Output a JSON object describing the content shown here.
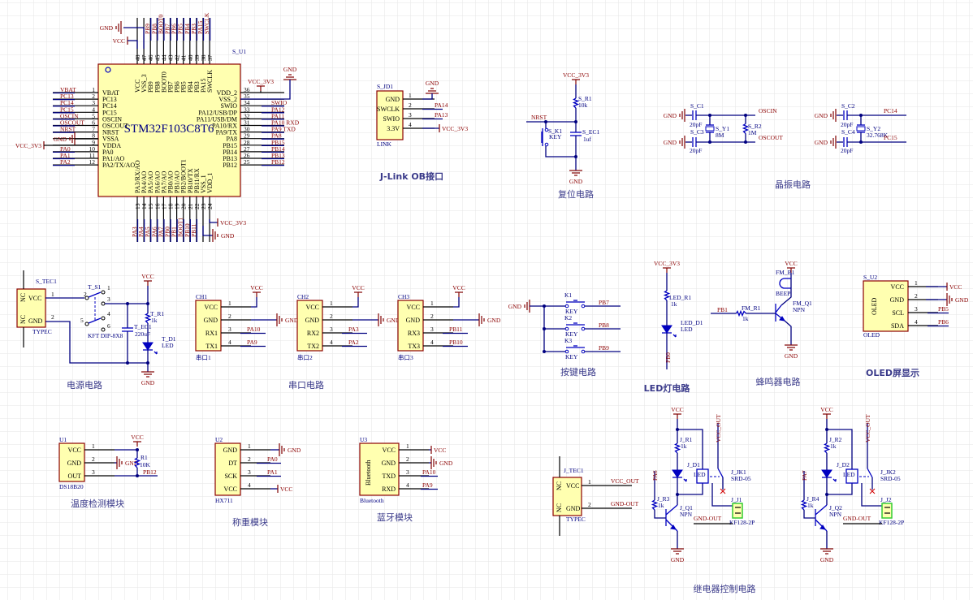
{
  "theme": {
    "background": "#ffffff",
    "grid_color": "#e6e6e6",
    "wire_color": "#000080",
    "pin_color": "#000000",
    "net_label_color": "#8b0000",
    "component_fill": "#ffffb0",
    "component_border": "#8b0000",
    "designator_color": "#000080"
  },
  "mcu": {
    "designator": "S_U1",
    "part": "STM32F103C8T6",
    "left_pins": [
      {
        "num": "1",
        "name": "VBAT",
        "net": "VBAT"
      },
      {
        "num": "2",
        "name": "PC13",
        "net": "PC13"
      },
      {
        "num": "3",
        "name": "PC14",
        "net": "PC14"
      },
      {
        "num": "4",
        "name": "PC15",
        "net": "PC15"
      },
      {
        "num": "5",
        "name": "OSCIN",
        "net": "OSCIN"
      },
      {
        "num": "6",
        "name": "OSCOUT",
        "net": "OSCOUT"
      },
      {
        "num": "7",
        "name": "NRST",
        "net": "NRST"
      },
      {
        "num": "8",
        "name": "VSSA",
        "net": ""
      },
      {
        "num": "9",
        "name": "VDDA",
        "net": ""
      },
      {
        "num": "10",
        "name": "PA0",
        "net": "PA0"
      },
      {
        "num": "11",
        "name": "PA1/AO",
        "net": "PA1"
      },
      {
        "num": "12",
        "name": "PA2/TX/AO",
        "net": "PA2"
      }
    ],
    "right_pins": [
      {
        "num": "36",
        "name": "VDD_2",
        "net": ""
      },
      {
        "num": "35",
        "name": "VSS_2",
        "net": ""
      },
      {
        "num": "34",
        "name": "SWIO",
        "net": "SWIO"
      },
      {
        "num": "33",
        "name": "PA12/USB/DP",
        "net": "PA12"
      },
      {
        "num": "32",
        "name": "PA11/USB/DM",
        "net": "PA11"
      },
      {
        "num": "31",
        "name": "PA10/RX",
        "net": "PA10 RXD"
      },
      {
        "num": "30",
        "name": "PA9/TX",
        "net": "PA9  TXD"
      },
      {
        "num": "29",
        "name": "PA8",
        "net": "PA8"
      },
      {
        "num": "28",
        "name": "PB15",
        "net": "PB15"
      },
      {
        "num": "27",
        "name": "PB14",
        "net": "PB14"
      },
      {
        "num": "26",
        "name": "PB13",
        "net": "PB13"
      },
      {
        "num": "25",
        "name": "PB12",
        "net": "PB12"
      }
    ],
    "top_pins": [
      {
        "num": "48",
        "name": "VCC",
        "net": ""
      },
      {
        "num": "47",
        "name": "VSS_3",
        "net": ""
      },
      {
        "num": "46",
        "name": "PB9",
        "net": "PB9"
      },
      {
        "num": "45",
        "name": "PB8",
        "net": "PB8"
      },
      {
        "num": "44",
        "name": "BOOT0",
        "net": "BOOT0"
      },
      {
        "num": "43",
        "name": "PB7",
        "net": "PB7"
      },
      {
        "num": "42",
        "name": "PB6",
        "net": "PB6"
      },
      {
        "num": "41",
        "name": "PB5",
        "net": "PB5"
      },
      {
        "num": "40",
        "name": "PB4",
        "net": "PB4"
      },
      {
        "num": "39",
        "name": "PB3",
        "net": "PB3"
      },
      {
        "num": "38",
        "name": "PA15",
        "net": "PA15"
      },
      {
        "num": "37",
        "name": "SWCLK",
        "net": "SWCLK"
      }
    ],
    "bottom_pins": [
      {
        "num": "13",
        "name": "PA3/RX/AO",
        "net": "PA3"
      },
      {
        "num": "14",
        "name": "PA4/AO",
        "net": "PA4"
      },
      {
        "num": "15",
        "name": "PA5/AO",
        "net": "PA5"
      },
      {
        "num": "16",
        "name": "PA6/AO",
        "net": "PA6"
      },
      {
        "num": "17",
        "name": "PA7/AO",
        "net": "PA7"
      },
      {
        "num": "18",
        "name": "PB0/AO",
        "net": "PB0"
      },
      {
        "num": "19",
        "name": "PB1/AO",
        "net": "PB1"
      },
      {
        "num": "20",
        "name": "PB2/BOOT1",
        "net": "BOOT1"
      },
      {
        "num": "21",
        "name": "PB10/TX",
        "net": "PB10"
      },
      {
        "num": "22",
        "name": "PB11/RX",
        "net": "PB11"
      },
      {
        "num": "23",
        "name": "VSS_1",
        "net": ""
      },
      {
        "num": "24",
        "name": "VDD_1",
        "net": ""
      }
    ],
    "power": {
      "gnd": "GND",
      "vcc": "VCC",
      "vcc33": "VCC_3V3"
    }
  },
  "jlink": {
    "designator": "S_JD1",
    "footprint": "LINK",
    "title": "J-Link OB接口",
    "pins": [
      {
        "num": "1",
        "name": "GND",
        "net": "GND"
      },
      {
        "num": "2",
        "name": "SWCLK",
        "net": "PA14"
      },
      {
        "num": "3",
        "name": "SWIO",
        "net": "PA13"
      },
      {
        "num": "4",
        "name": "3.3V",
        "net": "VCC_3V3"
      }
    ]
  },
  "reset": {
    "title": "复位电路",
    "power": "VCC_3V3",
    "gnd": "GND",
    "net": "NRST",
    "resistor": {
      "ref": "S_R1",
      "value": "10k"
    },
    "key": {
      "ref": "S_K1",
      "value": "KEY"
    },
    "cap": {
      "ref": "S_EC1",
      "value": "1uf"
    }
  },
  "crystal": {
    "title": "晶振电路",
    "hse": {
      "c_top": {
        "ref": "S_C1",
        "value": "20pF"
      },
      "c_bot": {
        "ref": "S_C3",
        "value": "20pF"
      },
      "xtal": {
        "ref": "S_Y1",
        "value": "8M"
      },
      "res": {
        "ref": "S_R2",
        "value": "1M"
      },
      "net_top": "OSCIN",
      "net_bot": "OSCOUT"
    },
    "lse": {
      "c_top": {
        "ref": "S_C2",
        "value": "20pF"
      },
      "c_bot": {
        "ref": "S_C4",
        "value": "20pF"
      },
      "xtal": {
        "ref": "S_Y2",
        "value": "32.768K"
      },
      "net_top": "PC14",
      "net_bot": "PC15"
    },
    "gnd": "GND"
  },
  "power_circuit": {
    "title": "电源电路",
    "connector": {
      "ref": "S_TEC1",
      "footprint": "TYPEC",
      "pins": [
        {
          "num": "1",
          "name": "VCC"
        },
        {
          "num": "2",
          "name": "GND"
        }
      ],
      "nc": "NC"
    },
    "switch": {
      "ref": "T_S1",
      "value": "KFT DIP-8X8",
      "pins": [
        "1",
        "2",
        "3",
        "4",
        "5",
        "6"
      ]
    },
    "cap": {
      "ref": "T_EC1",
      "value": "220uF"
    },
    "resistor": {
      "ref": "T_R1",
      "value": "1k"
    },
    "led": {
      "ref": "T_D1",
      "value": "LED"
    },
    "vcc": "VCC",
    "gnd": "GND"
  },
  "uart": {
    "title": "串口电路",
    "channels": [
      {
        "ref": "CH1",
        "footprint": "串口1",
        "pins": [
          {
            "num": "1",
            "name": "VCC",
            "net": "VCC"
          },
          {
            "num": "2",
            "name": "GND",
            "net": "GND"
          },
          {
            "num": "3",
            "name": "RX1",
            "net": "PA10"
          },
          {
            "num": "4",
            "name": "TX1",
            "net": "PA9"
          }
        ]
      },
      {
        "ref": "CH2",
        "footprint": "串口2",
        "pins": [
          {
            "num": "1",
            "name": "VCC",
            "net": "VCC"
          },
          {
            "num": "2",
            "name": "GND",
            "net": "GND"
          },
          {
            "num": "3",
            "name": "RX2",
            "net": "PA3"
          },
          {
            "num": "4",
            "name": "TX2",
            "net": "PA2"
          }
        ]
      },
      {
        "ref": "CH3",
        "footprint": "串口3",
        "pins": [
          {
            "num": "1",
            "name": "VCC",
            "net": "VCC"
          },
          {
            "num": "2",
            "name": "GND",
            "net": "GND"
          },
          {
            "num": "3",
            "name": "RX3",
            "net": "PB11"
          },
          {
            "num": "4",
            "name": "TX3",
            "net": "PB10"
          }
        ]
      }
    ]
  },
  "keys": {
    "title": "按键电路",
    "gnd": "GND",
    "items": [
      {
        "ref": "K1",
        "value": "KEY",
        "net": "PB7"
      },
      {
        "ref": "K2",
        "value": "KEY",
        "net": "PB8"
      },
      {
        "ref": "K3",
        "value": "KEY",
        "net": "PB9"
      }
    ]
  },
  "led_circuit": {
    "title": "LED灯电路",
    "vcc": "VCC_3V3",
    "resistor": {
      "ref": "LED_R1",
      "value": "1k"
    },
    "led": {
      "ref": "LED_D1",
      "value": "LED"
    },
    "net": "PB0"
  },
  "buzzer": {
    "title": "蜂鸣器电路",
    "vcc": "VCC",
    "gnd": "GND",
    "beep": {
      "ref": "FM_B1",
      "value": "BEEP"
    },
    "resistor": {
      "ref": "FM_R1",
      "value": "1k"
    },
    "transistor": {
      "ref": "FM_Q1",
      "value": "NPN"
    },
    "net": "PB1"
  },
  "oled": {
    "title": "OLED屏显示",
    "ref": "S_U2",
    "footprint": "OLED",
    "body_label": "OLED",
    "pins": [
      {
        "num": "1",
        "name": "VCC",
        "net": "VCC"
      },
      {
        "num": "2",
        "name": "GND",
        "net": "GND"
      },
      {
        "num": "3",
        "name": "SCL",
        "net": "PB5"
      },
      {
        "num": "4",
        "name": "SDA",
        "net": "PB6"
      }
    ]
  },
  "temp": {
    "title": "温度检测模块",
    "ref": "U1",
    "footprint": "DS18B20",
    "pins": [
      {
        "num": "1",
        "name": "VCC",
        "net": "VCC"
      },
      {
        "num": "2",
        "name": "GND",
        "net": "GND"
      },
      {
        "num": "3",
        "name": "OUT",
        "net": "PB12"
      }
    ],
    "resistor": {
      "ref": "R1",
      "value": "10K"
    }
  },
  "weight": {
    "title": "称重模块",
    "ref": "U2",
    "footprint": "HX711",
    "pins": [
      {
        "num": "1",
        "name": "GND",
        "net": "GND"
      },
      {
        "num": "2",
        "name": "DT",
        "net": "PA0"
      },
      {
        "num": "3",
        "name": "SCK",
        "net": "PA1"
      },
      {
        "num": "4",
        "name": "VCC",
        "net": "VCC"
      }
    ]
  },
  "bluetooth": {
    "title": "蓝牙模块",
    "ref": "U3",
    "footprint": "Bluetooth",
    "body_label": "Bluetooth",
    "pins": [
      {
        "num": "1",
        "name": "VCC",
        "net": "VCC"
      },
      {
        "num": "2",
        "name": "GND",
        "net": "GND"
      },
      {
        "num": "3",
        "name": "TXD",
        "net": "PA10"
      },
      {
        "num": "4",
        "name": "RXD",
        "net": "PA9"
      }
    ]
  },
  "relay": {
    "title": "继电器控制电路",
    "connector": {
      "ref": "J_TEC1",
      "footprint": "TYPEC",
      "nc": "NC",
      "pins": [
        {
          "num": "1",
          "name": "VCC",
          "net": "VCC_OUT"
        },
        {
          "num": "2",
          "name": "GND",
          "net": "GND-OUT"
        }
      ]
    },
    "channels": [
      {
        "vcc": "VCC",
        "gnd": "GND",
        "r_led": {
          "ref": "J_R1",
          "value": "1k"
        },
        "led": {
          "ref": "J_D1",
          "value": "LED"
        },
        "r_base": {
          "ref": "J_R3",
          "value": "1k"
        },
        "q": {
          "ref": "J_Q1",
          "value": "NPN"
        },
        "relay": {
          "ref": "J_JK1",
          "value": "SRD-05"
        },
        "term": {
          "ref": "J_J1",
          "value": "KF128-2P"
        },
        "in_net": "PA6",
        "out_net": "VCC_OUT",
        "gnd_out": "GND-OUT"
      },
      {
        "vcc": "VCC",
        "gnd": "GND",
        "r_led": {
          "ref": "J_R2",
          "value": "1k"
        },
        "led": {
          "ref": "J_D2",
          "value": "LED"
        },
        "r_base": {
          "ref": "J_R4",
          "value": "1k"
        },
        "q": {
          "ref": "J_Q2",
          "value": "NPN"
        },
        "relay": {
          "ref": "J_JK2",
          "value": "SRD-05"
        },
        "term": {
          "ref": "J_J2",
          "value": "KF128-2P"
        },
        "in_net": "PA7",
        "out_net": "VCC_OUT",
        "gnd_out": "GND-OUT"
      }
    ]
  }
}
